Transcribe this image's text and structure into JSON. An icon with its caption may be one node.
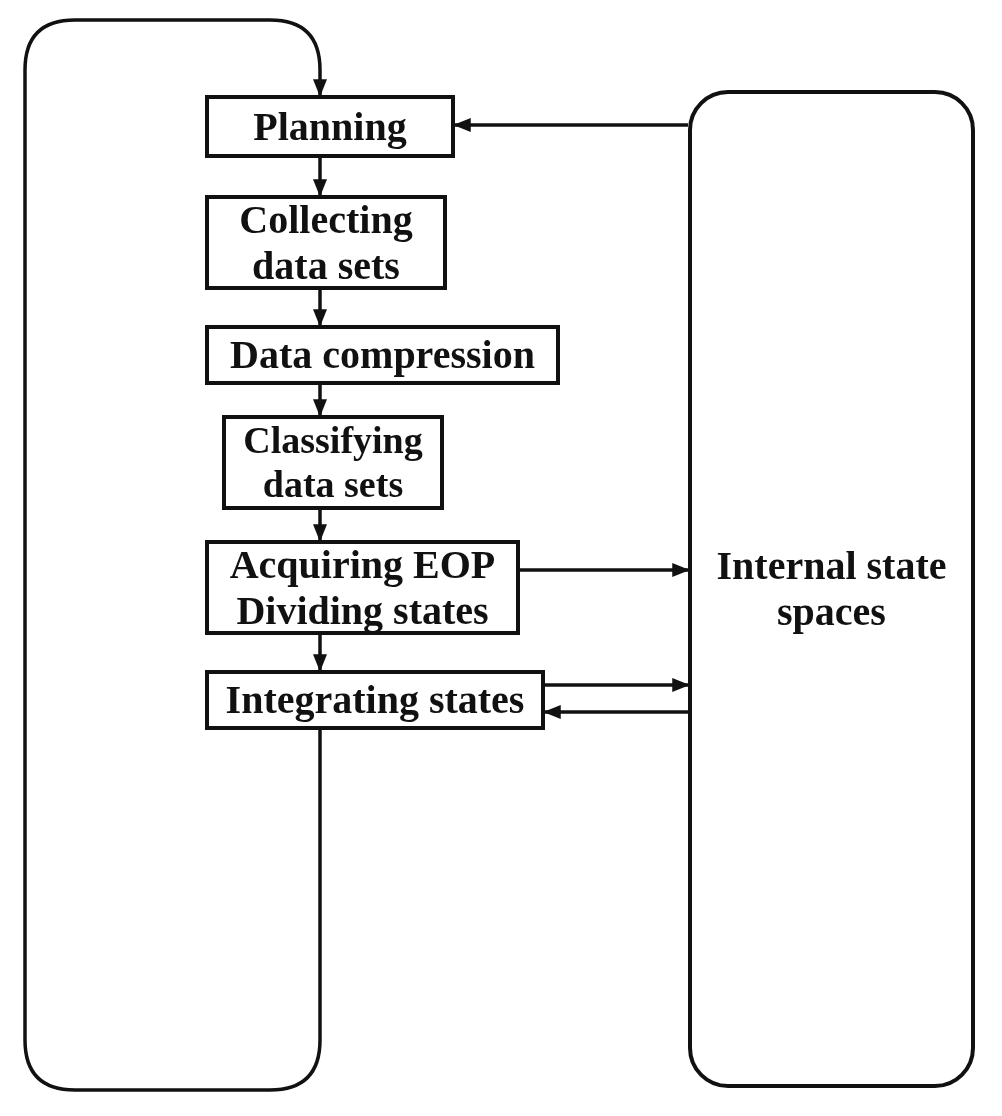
{
  "diagram": {
    "nodes": [
      {
        "text": [
          "Planning"
        ]
      },
      {
        "text": [
          "Collecting data sets"
        ]
      },
      {
        "text": [
          "Data compression"
        ]
      },
      {
        "text": [
          "Classifying data sets"
        ]
      },
      {
        "text": [
          "Acquiring EOP Dividing states"
        ]
      },
      {
        "text": [
          "Integrating states"
        ]
      },
      {
        "text": [
          "Internal state spaces"
        ]
      }
    ],
    "edges": [
      {
        "from": 0,
        "to": 1,
        "arrow": "to"
      },
      {
        "from": 1,
        "to": 2,
        "arrow": "to"
      },
      {
        "from": 2,
        "to": 3,
        "arrow": "to"
      },
      {
        "from": 3,
        "to": 4,
        "arrow": "to"
      },
      {
        "from": 4,
        "to": 5,
        "arrow": "to"
      },
      {
        "from": 5,
        "to": 0,
        "arrow": "to"
      },
      {
        "from": 6,
        "to": 0,
        "arrow": "to"
      },
      {
        "from": 4,
        "to": 6,
        "arrow": "to"
      },
      {
        "from": 5,
        "to": 6,
        "arrow": "to"
      },
      {
        "from": 6,
        "to": 5,
        "arrow": "to"
      }
    ]
  }
}
